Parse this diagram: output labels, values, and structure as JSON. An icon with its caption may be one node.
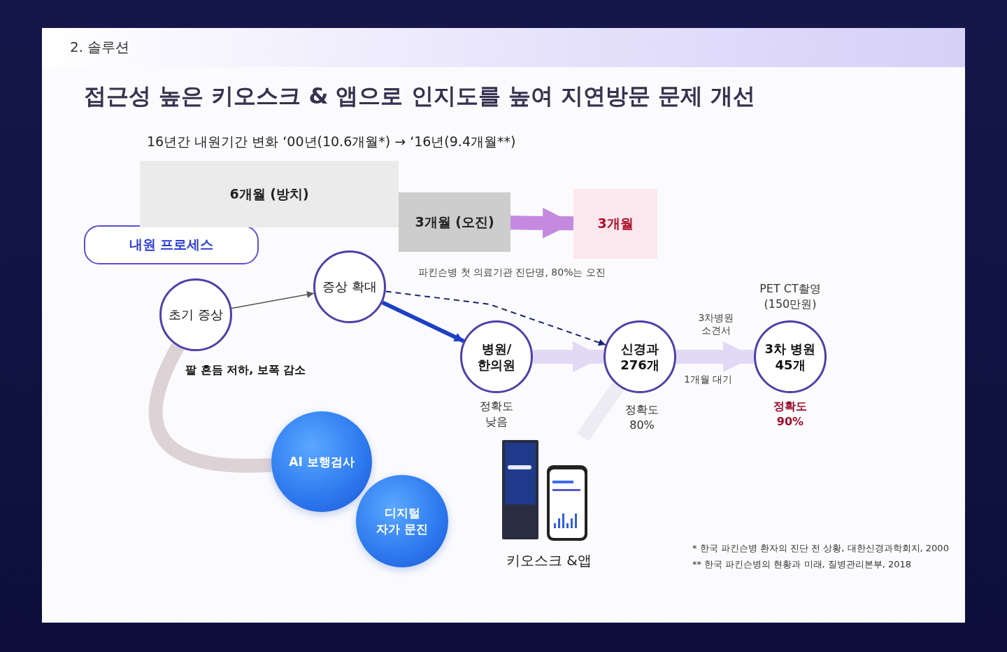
{
  "diagram": {
    "title": "접근성 높은 키오스크 & 앱으로 인지도를 높여 지연방문 문제 개선",
    "nodes": [
      {
        "text": [
          "내원 프로세스"
        ]
      },
      {
        "text": [
          "초기 증상"
        ],
        "beside": [
          "팔 흔듬 저하, 보폭 감소"
        ]
      },
      {
        "text": [
          "증상 확대"
        ]
      },
      {
        "text": [
          "병원/ 한의원"
        ],
        "beside": [
          "정확도 낮음"
        ]
      },
      {
        "text": [
          "신경과 276개"
        ],
        "beside": [
          "정확도 80%"
        ]
      },
      {
        "text": [
          "3차 병원 45개"
        ],
        "beside": [
          "PET CT촬영 (150만원)",
          "정확도 90%"
        ]
      },
      {
        "text": [
          "AI 보행검사"
        ]
      },
      {
        "text": [
          "디지털 자가 문진"
        ]
      },
      {
        "text": [],
        "shape": "picture",
        "beside": [
          "키오스크 &앱"
        ]
      },
      {
        "text": [
          "6개월 (방치)"
        ]
      },
      {
        "text": [
          "3개월 (오진)"
        ]
      },
      {
        "text": [
          "3개월"
        ]
      }
    ],
    "edges": [
      {
        "from": 1,
        "to": 2,
        "arrow": "to",
        "color": "#555555"
      },
      {
        "from": 2,
        "to": 3,
        "arrow": "to",
        "color": "#1d3fc4"
      },
      {
        "from": 2,
        "to": 4,
        "arrow": "to",
        "style": "dashed",
        "color": "#1a2470",
        "label": "파킨슨병 첫 의료기관 진단명, 80%는 오진"
      },
      {
        "from": 3,
        "to": 4,
        "arrow": "to",
        "color": "#e2d9f5"
      },
      {
        "from": 4,
        "to": 5,
        "arrow": "to",
        "color": "#e2d9f5",
        "label": "3차병원 소견서"
      },
      {
        "from": 1,
        "to": 6,
        "arrow": "none",
        "color": "#ddd2d6"
      },
      {
        "from": 8,
        "to": 4,
        "arrow": "none",
        "color": "#ececf2"
      },
      {
        "from": 10,
        "to": 11,
        "arrow": "to",
        "color": "#c58ae0"
      }
    ],
    "labels": [
      "2. 솔루션",
      "16년간 내원기간 변화 ‘00년(10.6개월*) → ‘16년(9.4개월**)",
      "1개월 대기",
      "* 한국 파킨슨병 환자의 진단 전 상황, 대한신경과학회지, 2000",
      "** 한국 파킨슨병의 현황과 미래, 질병관리본부, 2018"
    ]
  }
}
